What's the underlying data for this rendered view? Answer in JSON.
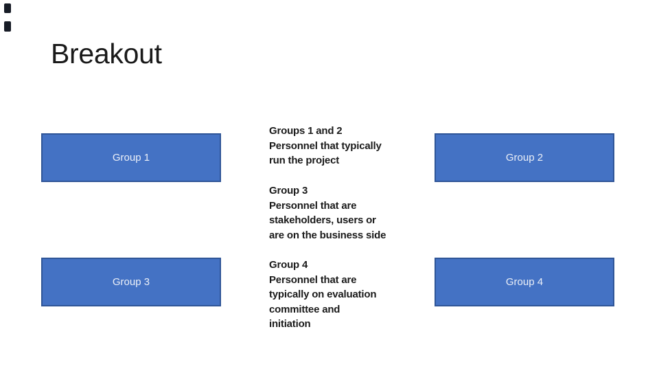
{
  "slide": {
    "title": "Breakout"
  },
  "boxes": [
    {
      "label": "Group 1"
    },
    {
      "label": "Group 2"
    },
    {
      "label": "Group 3"
    },
    {
      "label": "Group 4"
    }
  ],
  "center_text": {
    "blocks": [
      {
        "lines": [
          "Groups 1 and 2",
          "Personnel that typically",
          "run the project"
        ]
      },
      {
        "lines": [
          "Group 3",
          "Personnel that are",
          "stakeholders, users or",
          "are on the business side"
        ]
      },
      {
        "lines": [
          "Group 4",
          "Personnel that are",
          "typically on evaluation",
          "committee and",
          "initiation"
        ]
      }
    ]
  },
  "colors": {
    "background": "#ffffff",
    "title_text": "#1a1a1a",
    "body_text": "#1a1a1a",
    "box_fill": "#4472c4",
    "box_border": "#2f5597",
    "box_label": "#ecf0f8",
    "corner_mark": "#171c26"
  }
}
